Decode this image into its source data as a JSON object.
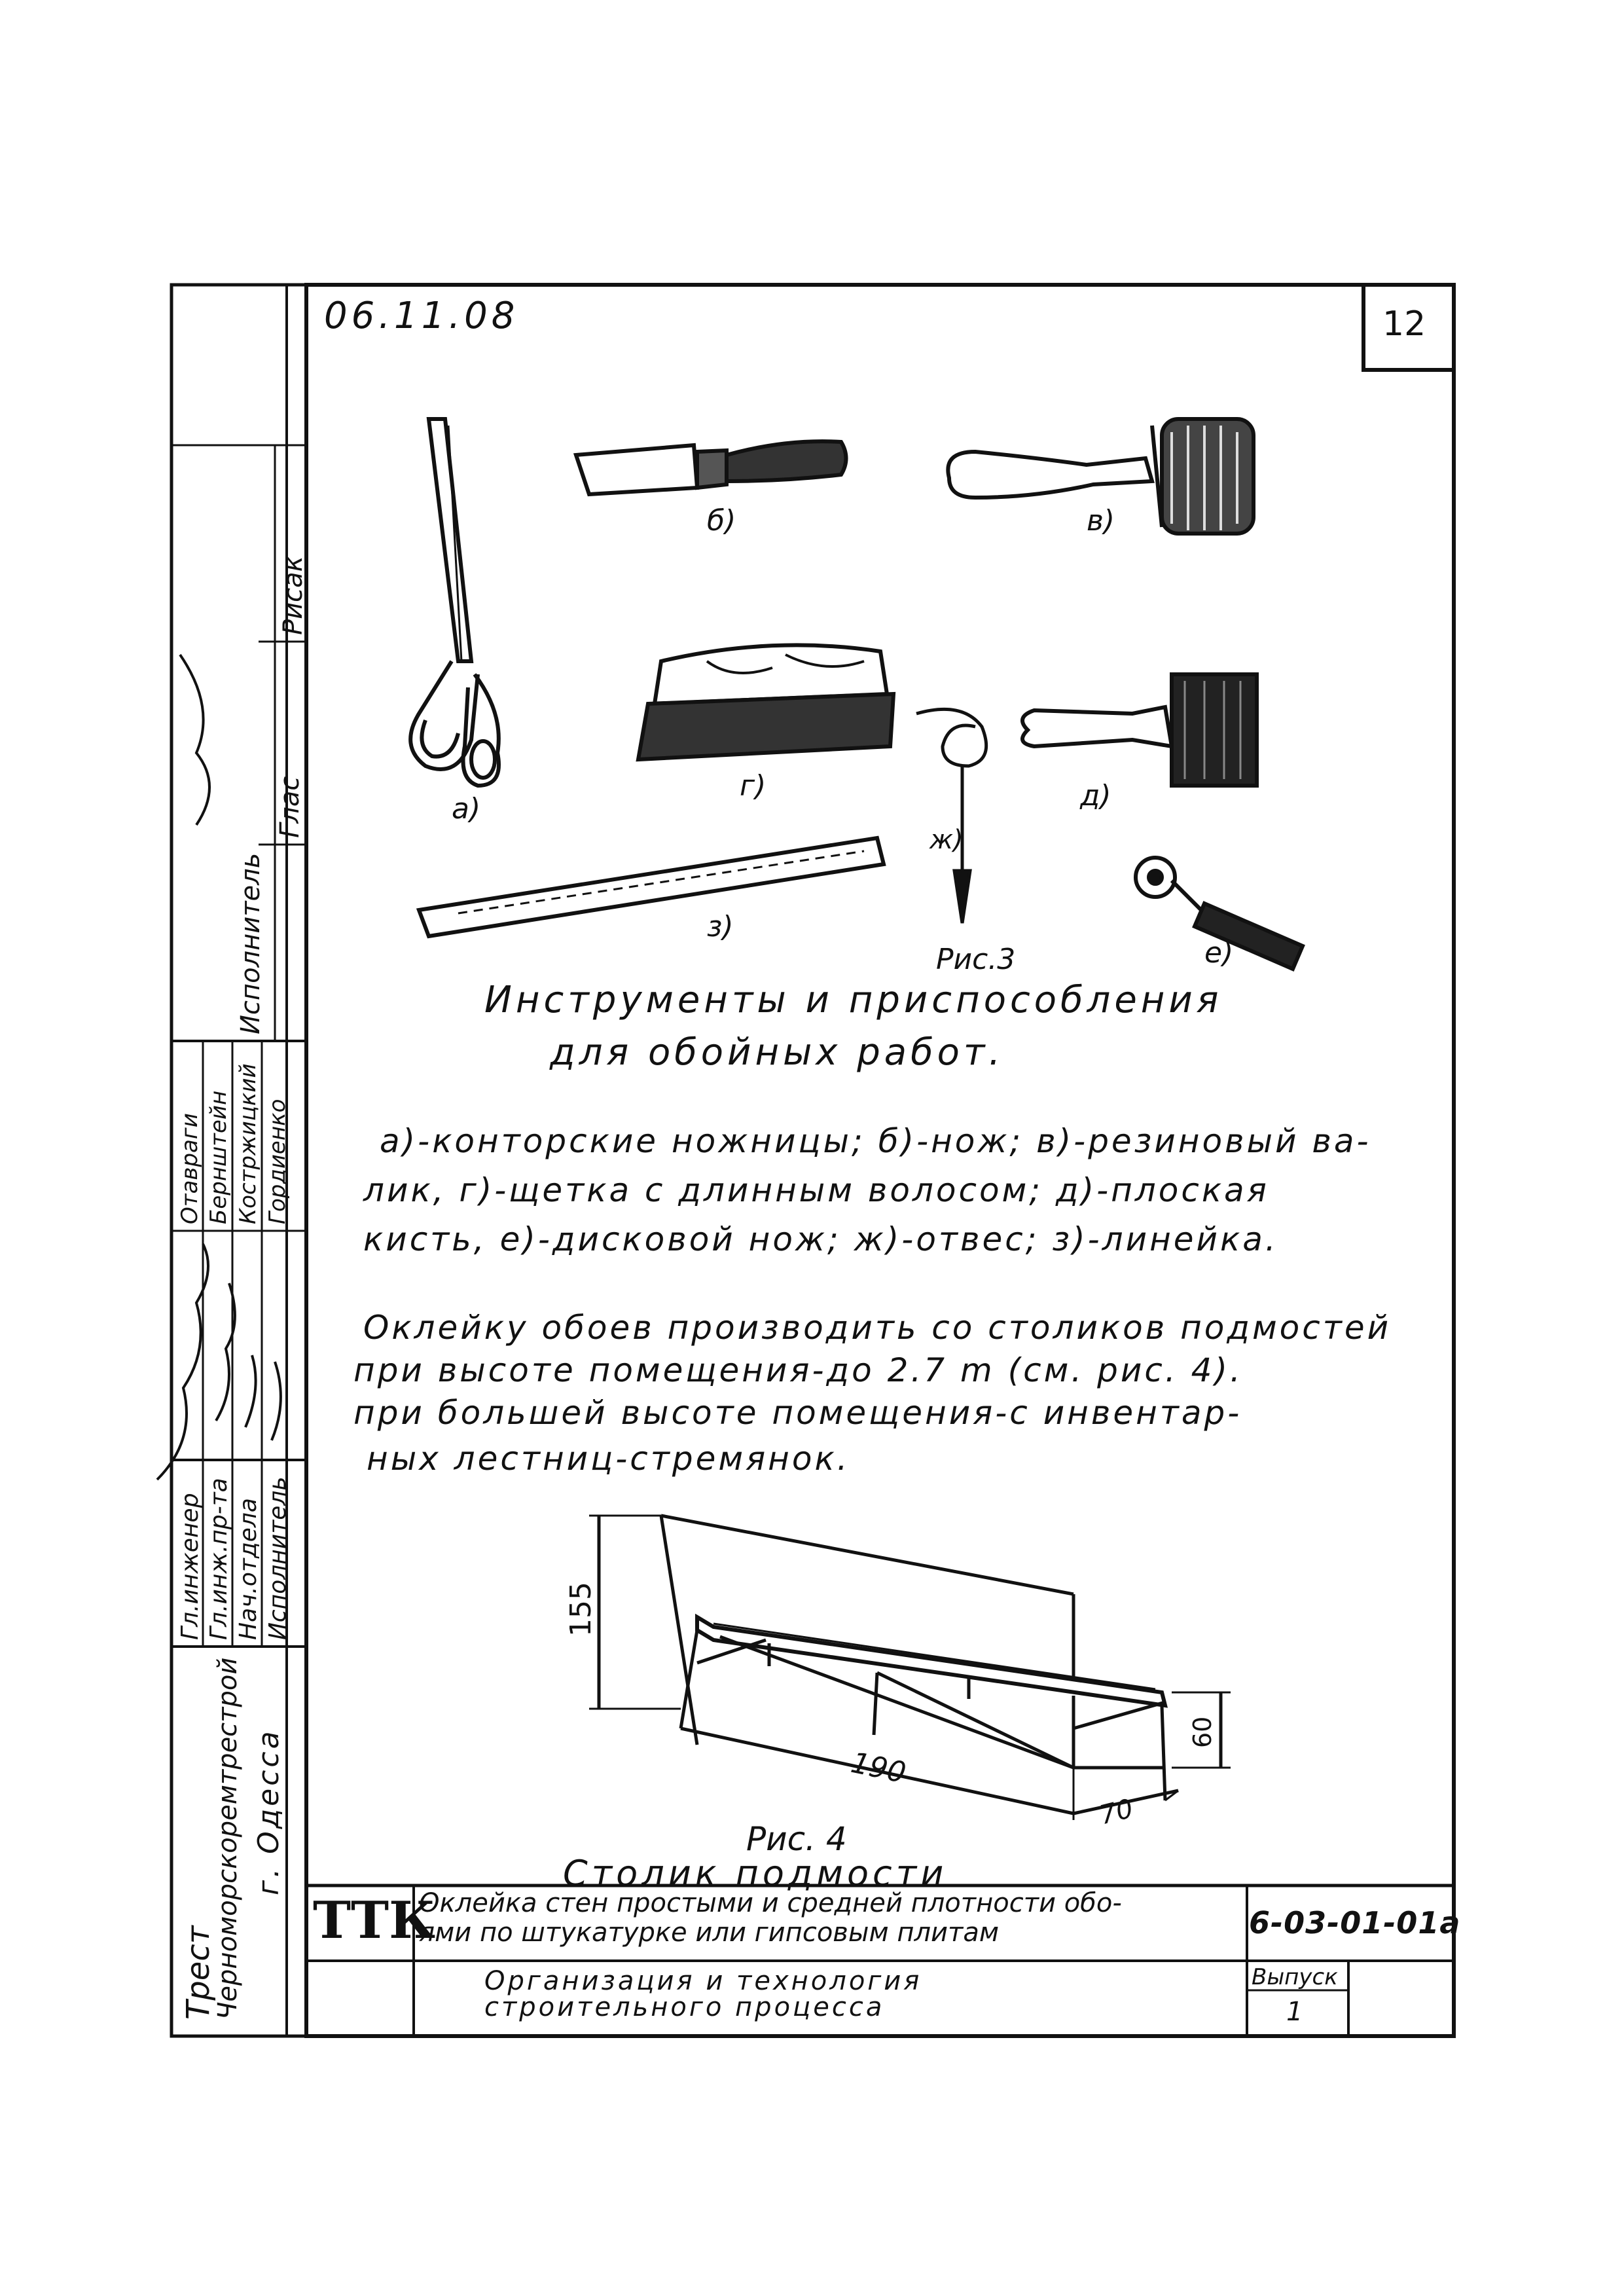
{
  "header": {
    "date": "06.11.08",
    "page_number": "12"
  },
  "side_stamp": {
    "trust_line1": "Трест",
    "trust_line2": "Черноморскоремтрестрой",
    "trust_city": "г. Одесса",
    "roles": [
      "Гл.инженер",
      "Гл.инж.пр-та",
      "Нач.отдела",
      "Исполнитель"
    ],
    "names": [
      "Отавраги",
      "Бернштейн",
      "Костржицкий",
      "Гордиенко"
    ],
    "upper_roles": [
      "Исполнитель",
      "Рисак"
    ],
    "signature_text": "Глас"
  },
  "figure3": {
    "labels": {
      "a": "а)",
      "b": "б)",
      "v": "в)",
      "g": "г)",
      "d": "д)",
      "e": "е)",
      "zh": "ж)",
      "z": "з)"
    },
    "caption": "Рис.3",
    "title_line1": "Инструменты и приспособления",
    "title_line2": "для обойных работ."
  },
  "legend": [
    "а)-конторские ножницы; б)-нож; в)-резиновый ва-",
    "лик, г)-щетка с длинным волосом; д)-плоская",
    "кисть, е)-дисковой нож; ж)-отвес; з)-линейка."
  ],
  "instructions": [
    "Оклейку обоев производить со столиков подмостей",
    "при высоте помещения-до 2.7 m (см. рис. 4).",
    "при большей высоте помещения-с инвентар-",
    "ных лестниц-стремянок."
  ],
  "figure4": {
    "dim_height": "155",
    "dim_length": "190",
    "dim_width": "70",
    "dim_top": "60",
    "caption": "Рис. 4",
    "title": "Столик подмости"
  },
  "title_block": {
    "ttk": "ТТК",
    "description_line1": "Оклейка стен простыми и средней плотности обо-",
    "description_line2": "ями по штукатурке или гипсовым плитам",
    "code": "6-03-01-01а",
    "subtitle_line1": "Организация и технология",
    "subtitle_line2": "строительного процесса",
    "issue_label": "Выпуск",
    "issue_number": "1"
  }
}
